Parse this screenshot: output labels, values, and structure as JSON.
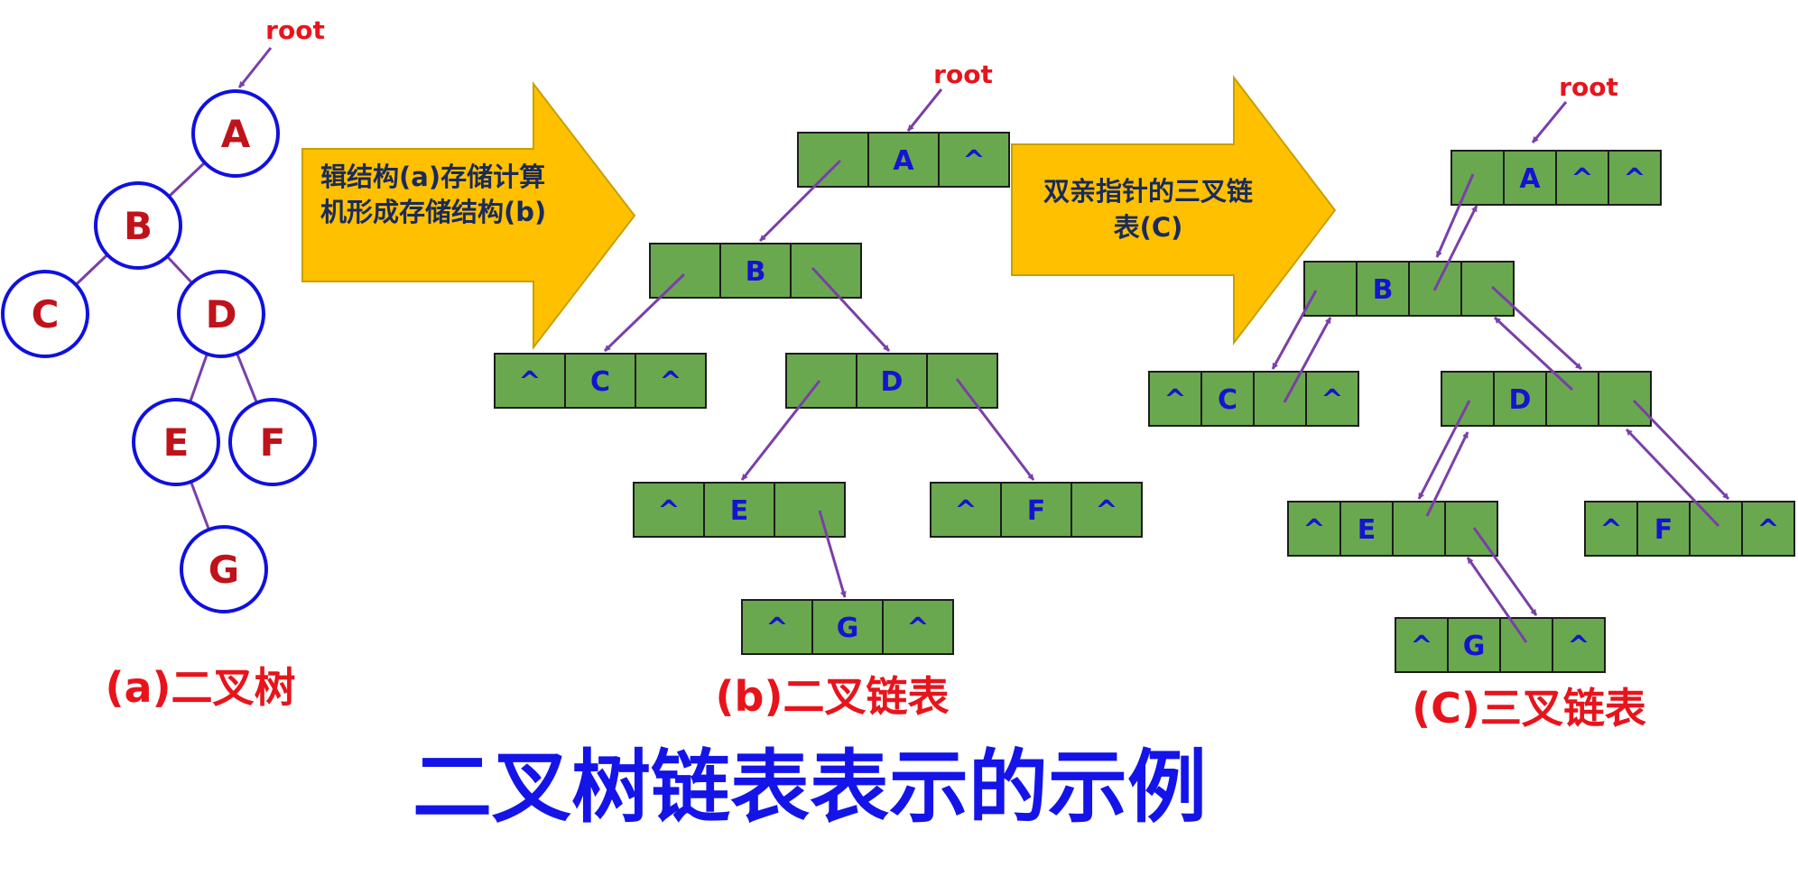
{
  "labels": {
    "root": "root",
    "caption_a": "(a)二叉树",
    "caption_b": "(b)二叉链表",
    "caption_c": "(C)三叉链表",
    "main_title": "二叉树链表表示的示例",
    "arrow1_line1": "辑结构(a)存储计算",
    "arrow1_line2": "机形成存储结构(b)",
    "arrow2_line1": "双亲指针的三叉链",
    "arrow2_line2": "表(C)"
  },
  "colors": {
    "node_stroke": "#1010e0",
    "node_text": "#c0121a",
    "edge": "#7a3fa8",
    "cell_fill": "#6aa84f",
    "cell_stroke": "#1c1c1c",
    "cell_text": "#1414d0",
    "arrow_fill": "#ffc000",
    "arrow_stroke": "#c8a000",
    "arrow_text": "#1a2a5a",
    "caption": "#e8141c",
    "title": "#1414e8"
  },
  "tree_a": {
    "nodes": [
      "A",
      "B",
      "C",
      "D",
      "E",
      "F",
      "G"
    ],
    "edges": [
      [
        "A",
        "B"
      ],
      [
        "B",
        "C"
      ],
      [
        "B",
        "D"
      ],
      [
        "D",
        "E"
      ],
      [
        "D",
        "F"
      ],
      [
        "E",
        "G"
      ]
    ]
  },
  "list_b": {
    "nodes": [
      {
        "name": "A",
        "cells": [
          "",
          "A",
          "^"
        ]
      },
      {
        "name": "B",
        "cells": [
          "",
          "B",
          ""
        ]
      },
      {
        "name": "C",
        "cells": [
          "^",
          "C",
          "^"
        ]
      },
      {
        "name": "D",
        "cells": [
          "",
          "D",
          ""
        ]
      },
      {
        "name": "E",
        "cells": [
          "^",
          "E",
          ""
        ]
      },
      {
        "name": "F",
        "cells": [
          "^",
          "F",
          "^"
        ]
      },
      {
        "name": "G",
        "cells": [
          "^",
          "G",
          "^"
        ]
      }
    ]
  },
  "list_c": {
    "nodes": [
      {
        "name": "A",
        "cells": [
          "",
          "A",
          "^",
          "^"
        ]
      },
      {
        "name": "B",
        "cells": [
          "",
          "B",
          "",
          ""
        ]
      },
      {
        "name": "C",
        "cells": [
          "^",
          "C",
          "",
          "^"
        ]
      },
      {
        "name": "D",
        "cells": [
          "",
          "D",
          "",
          ""
        ]
      },
      {
        "name": "E",
        "cells": [
          "^",
          "E",
          "",
          ""
        ]
      },
      {
        "name": "F",
        "cells": [
          "^",
          "F",
          "",
          "^"
        ]
      },
      {
        "name": "G",
        "cells": [
          "^",
          "G",
          "",
          "^"
        ]
      }
    ]
  }
}
